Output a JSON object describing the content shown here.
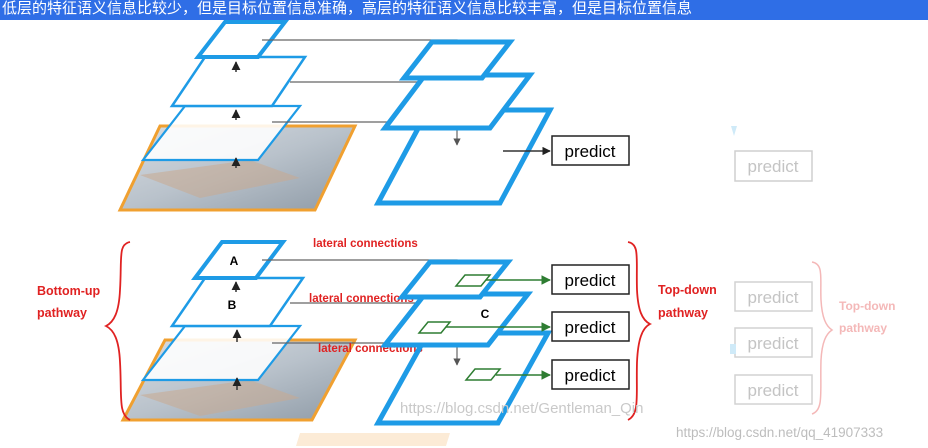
{
  "banner": {
    "text": "低层的特征语义信息比较少，但是目标位置信息准确，高层的特征语义信息比较丰富，但是目标位置信息"
  },
  "labels": {
    "predict": "predict",
    "lateral": "lateral connections",
    "bottom_up_1": "Bottom-up",
    "bottom_up_2": "pathway",
    "top_down_1": "Top-down",
    "top_down_2": "pathway",
    "node_a": "A",
    "node_b": "B",
    "node_c": "C"
  },
  "watermarks": {
    "primary": "https://blog.csdn.net/Gentleman_Qin",
    "secondary": "https://blog.csdn.net/qq_41907333"
  },
  "colors": {
    "blue": "#1e9be6",
    "orange": "#f0a030",
    "green": "#2e7d32",
    "red": "#e02222"
  }
}
